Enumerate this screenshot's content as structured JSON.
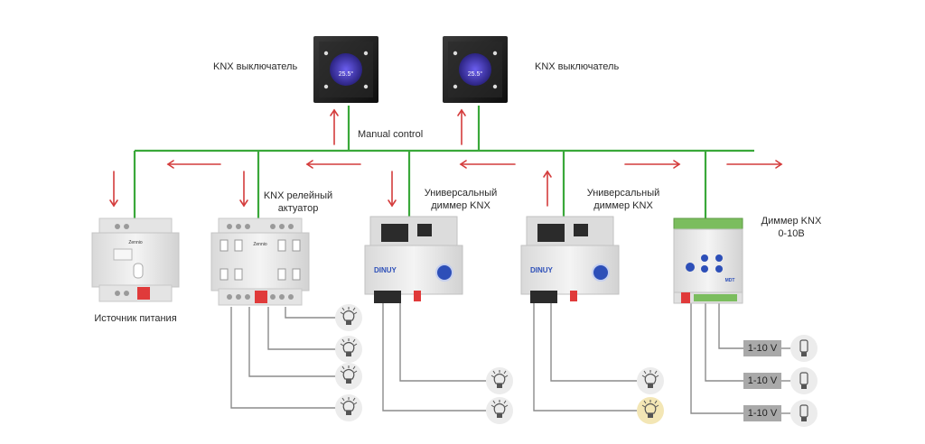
{
  "diagram": {
    "title": "KNX lighting control topology",
    "colors": {
      "bus_line": "#3aa83a",
      "signal_arrow": "#d43c3c",
      "load_wire": "#8c8c8c",
      "lamp_off_bg": "#ececec",
      "lamp_on_bg": "#f3e6b5",
      "voltage_box": "#a9a9a9",
      "switch_body": "#1c1c1c",
      "switch_screen": "#4a3fc9",
      "device_body": "#e6e6e6",
      "device_red": "#e03a3a",
      "device_blue_knob": "#2d4fb8"
    },
    "switches": [
      {
        "id": "switch-1",
        "label": "KNX выключатель",
        "display_temp": "25.5°C"
      },
      {
        "id": "switch-2",
        "label": "KNX выключатель",
        "display_temp": "25.5°C"
      }
    ],
    "manual_control_label": "Manual control",
    "devices": [
      {
        "id": "power-supply",
        "label": "Источник питания",
        "brand": "Zennio",
        "loads": []
      },
      {
        "id": "relay-actuator",
        "label_line1": "KNX релейный",
        "label_line2": "актуатор",
        "brand": "Zennio",
        "loads": [
          "lamp",
          "lamp",
          "lamp",
          "lamp"
        ]
      },
      {
        "id": "dimmer-1",
        "label_line1": "Универсальный",
        "label_line2": "диммер KNX",
        "brand": "DINUY",
        "loads": [
          "lamp",
          "lamp"
        ]
      },
      {
        "id": "dimmer-2",
        "label_line1": "Универсальный",
        "label_line2": "диммер KNX",
        "brand": "DINUY",
        "loads": [
          "lamp",
          "lamp-on"
        ]
      },
      {
        "id": "dimmer-0-10v",
        "label_line1": "Диммер KNX",
        "label_line2": "0-10В",
        "brand": "MDT",
        "loads": [
          "fluorescent",
          "fluorescent",
          "fluorescent"
        ]
      }
    ],
    "voltage_labels": [
      "1-10 V",
      "1-10 V",
      "1-10 V"
    ],
    "arrows": [
      {
        "direction": "up",
        "near": "switch-1"
      },
      {
        "direction": "up",
        "near": "switch-2"
      },
      {
        "direction": "down",
        "near": "power-supply"
      },
      {
        "direction": "left",
        "near": "power-supply"
      },
      {
        "direction": "down",
        "near": "relay-actuator"
      },
      {
        "direction": "left",
        "near": "relay-actuator"
      },
      {
        "direction": "down",
        "near": "dimmer-1"
      },
      {
        "direction": "left",
        "near": "dimmer-1"
      },
      {
        "direction": "up",
        "near": "dimmer-2"
      },
      {
        "direction": "right",
        "near": "dimmer-2"
      },
      {
        "direction": "right",
        "near": "dimmer-0-10v"
      }
    ]
  }
}
